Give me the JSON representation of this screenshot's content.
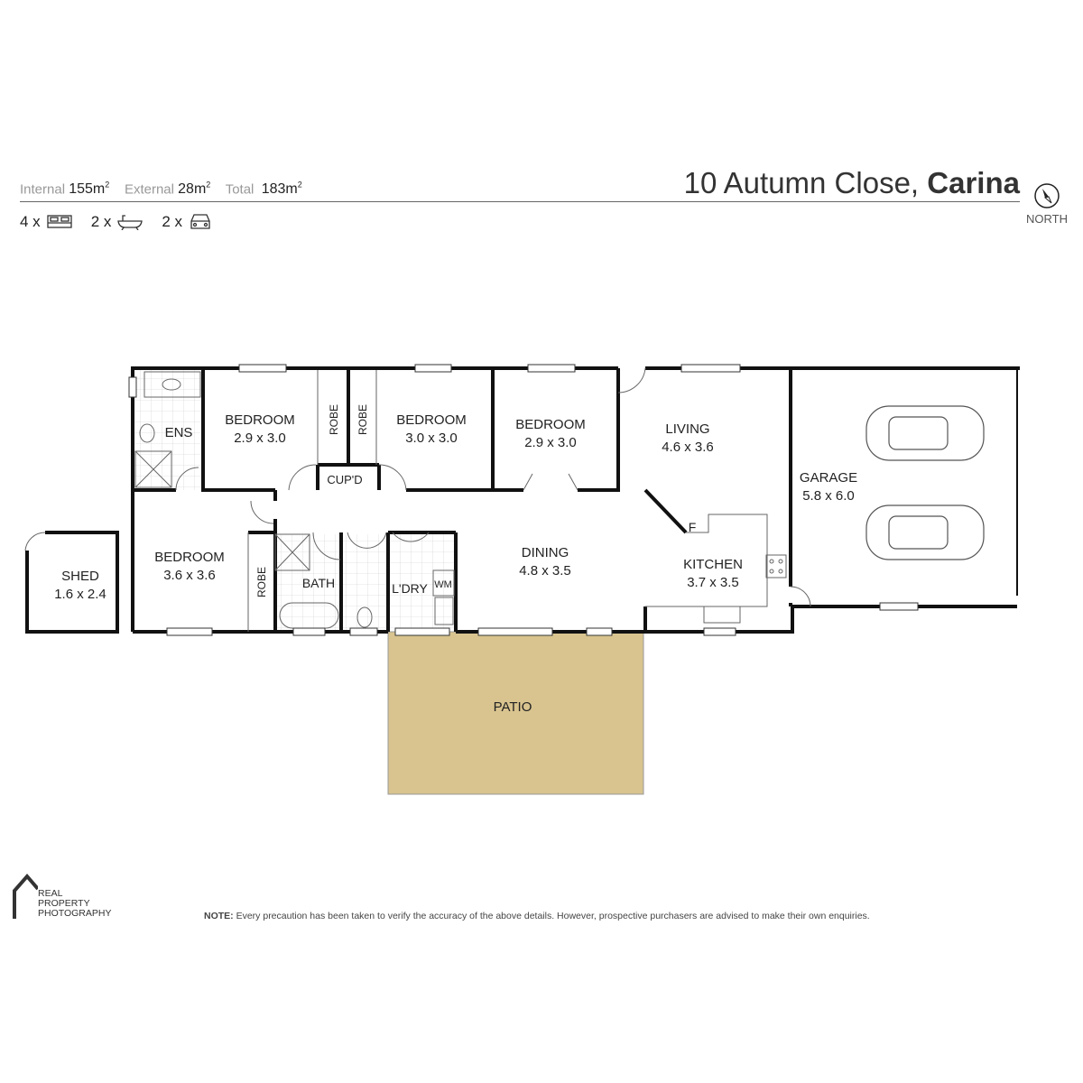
{
  "header": {
    "internal_label": "Internal",
    "internal_value": "155m",
    "external_label": "External",
    "external_value": "28m",
    "total_label": "Total",
    "total_value": "183m",
    "sup": "2",
    "beds": "4 x",
    "baths": "2 x",
    "cars": "2 x",
    "address_street": "10 Autumn Close,",
    "address_suburb": "Carina",
    "north_label": "NORTH"
  },
  "rooms": {
    "ens": "ENS",
    "bed1_name": "BEDROOM",
    "bed1_size": "2.9 x 3.0",
    "robe1": "ROBE",
    "robe2": "ROBE",
    "cupd": "CUP'D",
    "bed2_name": "BEDROOM",
    "bed2_size": "3.0 x 3.0",
    "bed3_name": "BEDROOM",
    "bed3_size": "2.9 x 3.0",
    "living_name": "LIVING",
    "living_size": "4.6 x 3.6",
    "garage_name": "GARAGE",
    "garage_size": "5.8 x 6.0",
    "bed4_name": "BEDROOM",
    "bed4_size": "3.6 x 3.6",
    "robe3": "ROBE",
    "bath": "BATH",
    "ldry": "L'DRY",
    "wm": "WM",
    "dining_name": "DINING",
    "dining_size": "4.8 x 3.5",
    "kitchen_name": "KITCHEN",
    "kitchen_size": "3.7 x 3.5",
    "fridge": "F",
    "patio": "PATIO",
    "shed_name": "SHED",
    "shed_size": "1.6 x 2.4"
  },
  "colors": {
    "patio": "#d9c48f",
    "wall": "#111111"
  },
  "footer": {
    "logo_lines": [
      "REAL",
      "PROPERTY",
      "PHOTOGRAPHY"
    ],
    "note_label": "NOTE:",
    "note_text": "Every precaution has been taken to verify the accuracy of the above details. However, prospective purchasers are advised to make their own enquiries."
  }
}
